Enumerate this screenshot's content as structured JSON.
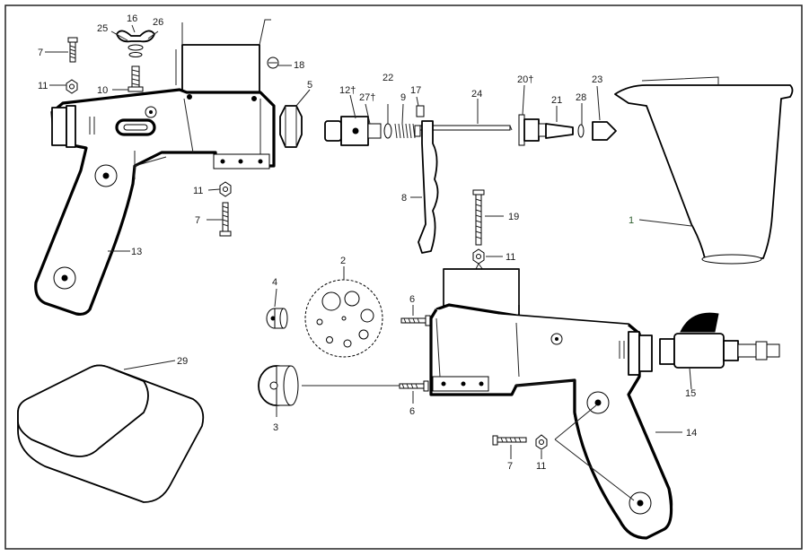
{
  "labels": {
    "p1": "1",
    "p2": "2",
    "p3": "3",
    "p4": "4",
    "p5": "5",
    "p6a": "6",
    "p6b": "6",
    "p7a": "7",
    "p7b": "7",
    "p7c": "7",
    "p8": "8",
    "p9": "9",
    "p10": "10",
    "p11a": "11",
    "p11b": "11",
    "p11c": "11",
    "p11d": "11",
    "p12": "12†",
    "p13": "13",
    "p14": "14",
    "p15": "15",
    "p16": "16",
    "p17": "17",
    "p18": "18",
    "p19": "19",
    "p20": "20†",
    "p21": "21",
    "p22": "22",
    "p23": "23",
    "p24": "24",
    "p25": "25",
    "p26": "26",
    "p27": "27†",
    "p28": "28",
    "p29": "29"
  }
}
